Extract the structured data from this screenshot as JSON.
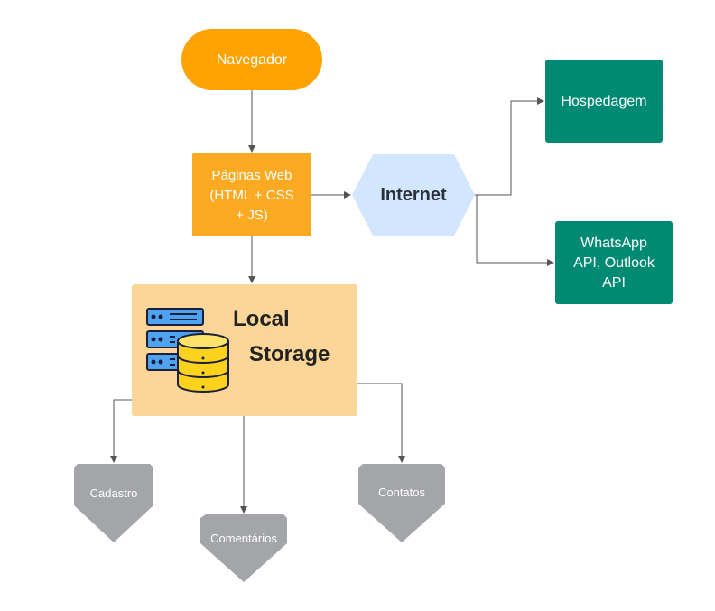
{
  "nodes": {
    "navegador": {
      "label": "Navegador",
      "color": "#fca302"
    },
    "paginas": {
      "lines": [
        "Páginas Web",
        "(HTML + CSS",
        "+ JS)"
      ],
      "color": "#fbaa22"
    },
    "internet": {
      "label": "Internet",
      "color": "#d2e6fd",
      "text_color": "#2b2f3a"
    },
    "hospedagem": {
      "label": "Hospedagem",
      "color": "#008a74"
    },
    "whatsapp": {
      "lines": [
        "WhatsApp",
        "API, Outlook",
        "API"
      ],
      "color": "#008a74"
    },
    "storage": {
      "lines": [
        "Local",
        "Storage"
      ],
      "color": "#fcd699",
      "text_color": "#222222",
      "icon": "database-server-icon"
    },
    "cadastro": {
      "label": "Cadastro",
      "color": "#a3a5a8"
    },
    "comentarios": {
      "label": "Comentários",
      "color": "#a3a5a8"
    },
    "contatos": {
      "label": "Contatos",
      "color": "#a3a5a8"
    }
  },
  "connector_color": "#555555"
}
